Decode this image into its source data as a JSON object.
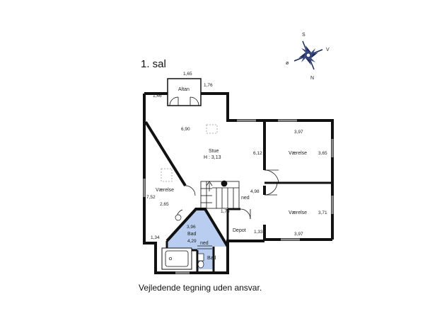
{
  "floor_label": "1. sal",
  "disclaimer": "Vejledende tegning uden ansvar.",
  "compass": {
    "s": "S",
    "v": "V",
    "o": "ø",
    "n": "N"
  },
  "balcony": {
    "name": "Altan",
    "width": "1,65",
    "depth": "1,76",
    "side": "1,46"
  },
  "stue": {
    "name": "Stue",
    "height": "H : 3,13",
    "width": "6,90",
    "depth": "6,12"
  },
  "vaerelse_1": {
    "name": "Værelse",
    "width": "3,97",
    "depth": "3,65"
  },
  "vaerelse_2": {
    "name": "Værelse",
    "width": "3,97",
    "depth": "3,71"
  },
  "vaerelse_3": {
    "name": "Værelse",
    "length": "7,52",
    "width": "2,65",
    "small": "1,34"
  },
  "stairs": {
    "down_label": "ned",
    "dim_a": "4,98",
    "dim_b": "1,76"
  },
  "bad_main": {
    "name": "Bad",
    "dim_a": "3,96",
    "dim_b": "4,29"
  },
  "bad_small": {
    "name": "Bad",
    "down_label": "ned"
  },
  "depot": {
    "name": "Depot",
    "dim": "1,33"
  },
  "colors": {
    "wall": "#111111",
    "bath_fill": "#b8cdf0",
    "window": "#8a8a8a"
  }
}
